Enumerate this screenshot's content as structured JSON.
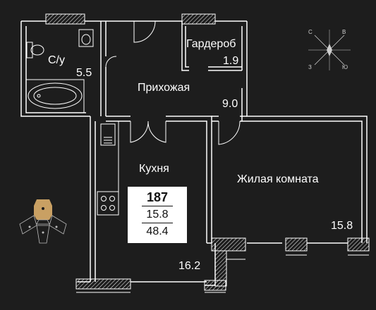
{
  "rooms": {
    "bathroom": {
      "name": "С/у",
      "area": "5.5"
    },
    "wardrobe": {
      "name": "Гардероб",
      "area": "1.9"
    },
    "hall": {
      "name": "Прихожая",
      "area": "9.0"
    },
    "kitchen": {
      "name": "Кухня",
      "area": "16.2"
    },
    "living": {
      "name": "Жилая комната",
      "area": "15.8"
    }
  },
  "apartment": {
    "number": "187",
    "living_area": "15.8",
    "total_area": "48.4"
  },
  "compass": {
    "n": "С",
    "e": "В",
    "s": "Ю",
    "w": "З"
  },
  "colors": {
    "background": "#1d1d1d",
    "walls": "#ffffff",
    "building_marker": "#c9a063",
    "infobox": "#ffffff"
  },
  "icons": [
    "compass-icon",
    "building-location-icon",
    "bathtub-icon",
    "toilet-icon",
    "sink-icon",
    "stove-icon"
  ]
}
